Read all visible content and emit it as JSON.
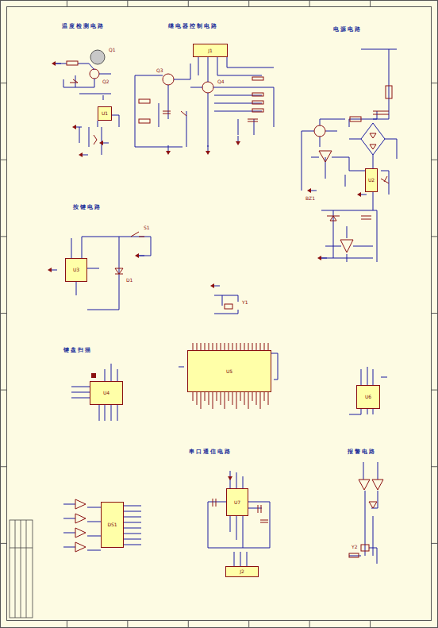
{
  "diagram": {
    "nodes": [
      {
        "text": [
          "U1"
        ]
      },
      {
        "text": [
          "J1"
        ]
      },
      {
        "text": [
          "U2"
        ]
      },
      {
        "text": [
          "U3"
        ]
      },
      {
        "text": [
          "U4"
        ]
      },
      {
        "text": [
          "U5"
        ]
      },
      {
        "text": [
          "U6"
        ]
      },
      {
        "text": [
          "DS1"
        ]
      },
      {
        "text": [
          "U7"
        ]
      },
      {
        "text": [
          "J2"
        ]
      }
    ],
    "labels": [
      "温度检测电路",
      "继电器控制电路",
      "电源电路",
      "按键电路",
      "键盘扫描",
      "串口通信电路",
      "报警电路",
      "Q1",
      "Q2",
      "Q3",
      "Q4",
      "D1",
      "Y1",
      "BZ1",
      "S1",
      "Y2"
    ]
  }
}
